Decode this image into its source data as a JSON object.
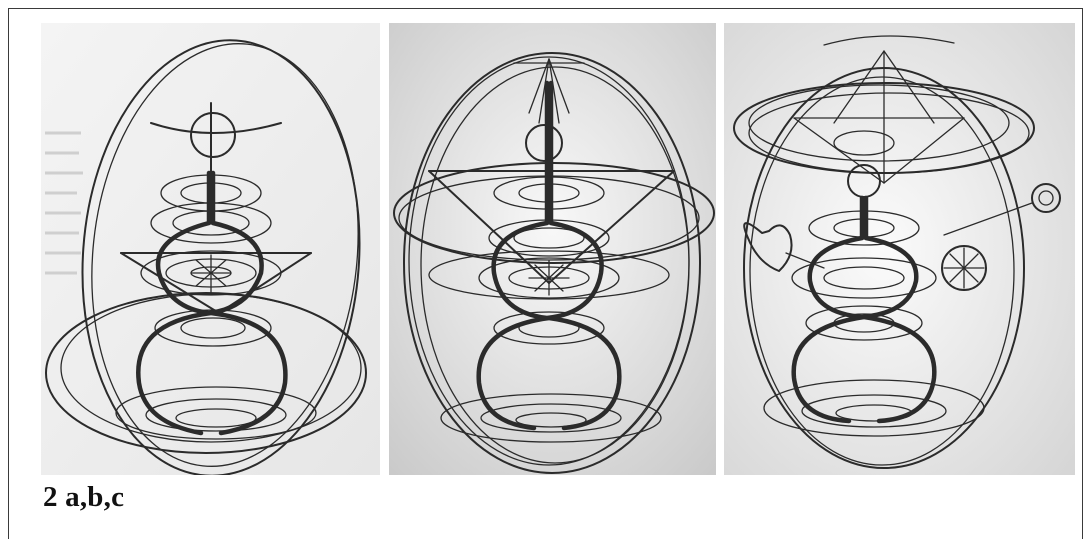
{
  "figure": {
    "caption": "2 a,b,c",
    "panels": [
      {
        "id": "a",
        "icon": "wire-sculpture-photo",
        "background": "#eeeeee"
      },
      {
        "id": "b",
        "icon": "wire-sculpture-photo",
        "background": "#e4e4e4"
      },
      {
        "id": "c",
        "icon": "wire-sculpture-photo",
        "background": "#ececec"
      }
    ]
  },
  "colors": {
    "wire": "#2b2b2b",
    "frame": "#3a3a3a",
    "caption": "#111111"
  }
}
